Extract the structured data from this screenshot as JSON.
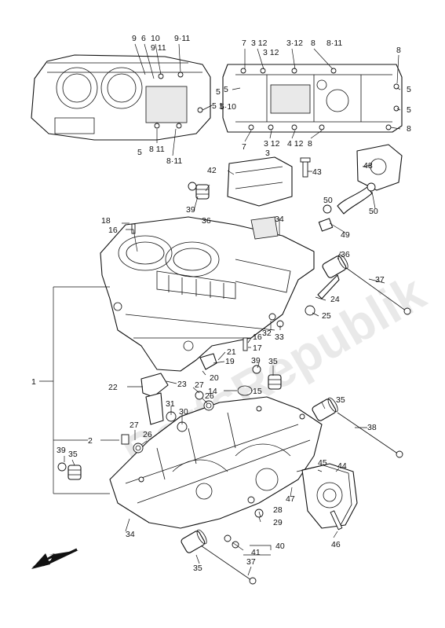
{
  "watermark": "PartsRepublik",
  "callouts": {
    "c1": "1",
    "c2": "2",
    "c14": "14",
    "c15": "15",
    "c16a": "16",
    "c16b": "16",
    "c17": "17",
    "c18": "18",
    "c19": "19",
    "c20": "20",
    "c21": "21",
    "c22": "22",
    "c23": "23",
    "c24": "24",
    "c25": "25",
    "c26a": "26",
    "c26b": "26",
    "c27a": "27",
    "c27b": "27",
    "c28": "28",
    "c29": "29",
    "c30": "30",
    "c31": "31",
    "c32": "32",
    "c33": "33",
    "c34a": "34",
    "c34b": "34",
    "c35a": "35",
    "c35b": "35",
    "c35c": "35",
    "c35d": "35",
    "c36a": "36",
    "c36b": "36",
    "c37a": "37",
    "c37b": "37",
    "c38": "38",
    "c39a": "39",
    "c39b": "39",
    "c39c": "39",
    "c40": "40",
    "c41": "41",
    "c42": "42",
    "c43": "43",
    "c44": "44",
    "c45": "45",
    "c46": "46",
    "c47": "47",
    "c48": "48",
    "c49": "49",
    "c50a": "50",
    "c50b": "50"
  },
  "top_left_labels": {
    "t9": "9",
    "t6": "6",
    "t10": "10",
    "t911a": "9·11",
    "t911b": "9 11",
    "t8_11": "8 11",
    "t5": "5",
    "t5_10": "5 10",
    "t8_11b": "8·11",
    "t5b": "5"
  },
  "top_right_labels": {
    "r7a": "7",
    "r312a": "3 12",
    "r312b": "3 12",
    "r312c": "3·12",
    "r8a": "8",
    "r8_11": "8·11",
    "r8b": "8",
    "r5a": "5",
    "r5_10": "5·10",
    "r5b": "5",
    "r5c": "5",
    "r8c": "8",
    "r7b": "7",
    "r312d": "3 12",
    "r412": "4 12",
    "r8d": "8",
    "r3b": "3",
    "r12": "12"
  }
}
